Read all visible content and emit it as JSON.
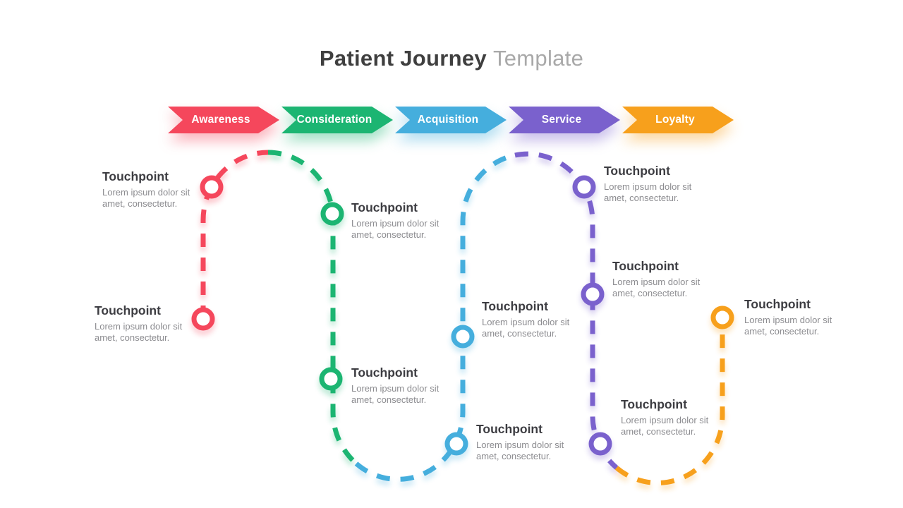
{
  "title": {
    "primary": "Patient Journey",
    "secondary": "Template"
  },
  "stages": [
    {
      "label": "Awareness",
      "color": "#F5475C"
    },
    {
      "label": "Consideration",
      "color": "#1CB572"
    },
    {
      "label": "Acquisition",
      "color": "#45AEDD"
    },
    {
      "label": "Service",
      "color": "#7A61CD"
    },
    {
      "label": "Loyalty",
      "color": "#F7A01C"
    }
  ],
  "touchpoints": [
    {
      "title": "Touchpoint",
      "line1": "Lorem ipsum dolor sit",
      "line2": "amet, consectetur.",
      "stage": "Awareness",
      "color": "#F5475C"
    },
    {
      "title": "Touchpoint",
      "line1": "Lorem ipsum dolor sit",
      "line2": "amet, consectetur.",
      "stage": "Awareness",
      "color": "#F5475C"
    },
    {
      "title": "Touchpoint",
      "line1": "Lorem ipsum dolor sit",
      "line2": "amet, consectetur.",
      "stage": "Consideration",
      "color": "#1CB572"
    },
    {
      "title": "Touchpoint",
      "line1": "Lorem ipsum dolor sit",
      "line2": "amet, consectetur.",
      "stage": "Consideration",
      "color": "#1CB572"
    },
    {
      "title": "Touchpoint",
      "line1": "Lorem ipsum dolor sit",
      "line2": "amet, consectetur.",
      "stage": "Acquisition",
      "color": "#45AEDD"
    },
    {
      "title": "Touchpoint",
      "line1": "Lorem ipsum dolor sit",
      "line2": "amet, consectetur.",
      "stage": "Acquisition",
      "color": "#45AEDD"
    },
    {
      "title": "Touchpoint",
      "line1": "Lorem ipsum dolor sit",
      "line2": "amet, consectetur.",
      "stage": "Service",
      "color": "#7A61CD"
    },
    {
      "title": "Touchpoint",
      "line1": "Lorem ipsum dolor sit",
      "line2": "amet, consectetur.",
      "stage": "Service",
      "color": "#7A61CD"
    },
    {
      "title": "Touchpoint",
      "line1": "Lorem ipsum dolor sit",
      "line2": "amet, consectetur.",
      "stage": "Service",
      "color": "#7A61CD"
    },
    {
      "title": "Touchpoint",
      "line1": "Lorem ipsum dolor sit",
      "line2": "amet, consectetur.",
      "stage": "Loyalty",
      "color": "#F7A01C"
    }
  ]
}
